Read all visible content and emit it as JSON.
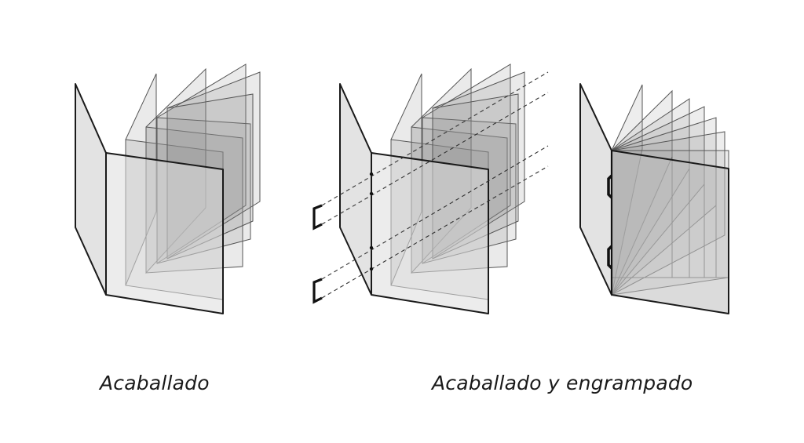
{
  "captions": {
    "saddle": "Acaballado",
    "saddle_stapled": "Acaballado y engrampado"
  },
  "colors": {
    "background": "#ffffff",
    "sheet_fill": "#8c8c8c",
    "sheet_stroke": "#1a1a1a",
    "cover_fill": "#e3e3e3",
    "guide_line": "#333333",
    "staple": "#111111"
  },
  "figures": [
    {
      "name": "saddle-exploded",
      "sheet_count": 4
    },
    {
      "name": "saddle-stapled-exploded",
      "sheet_count": 4,
      "staple_count": 2
    },
    {
      "name": "saddle-stapled-assembled",
      "sheet_count": 7,
      "staple_count": 2
    }
  ]
}
